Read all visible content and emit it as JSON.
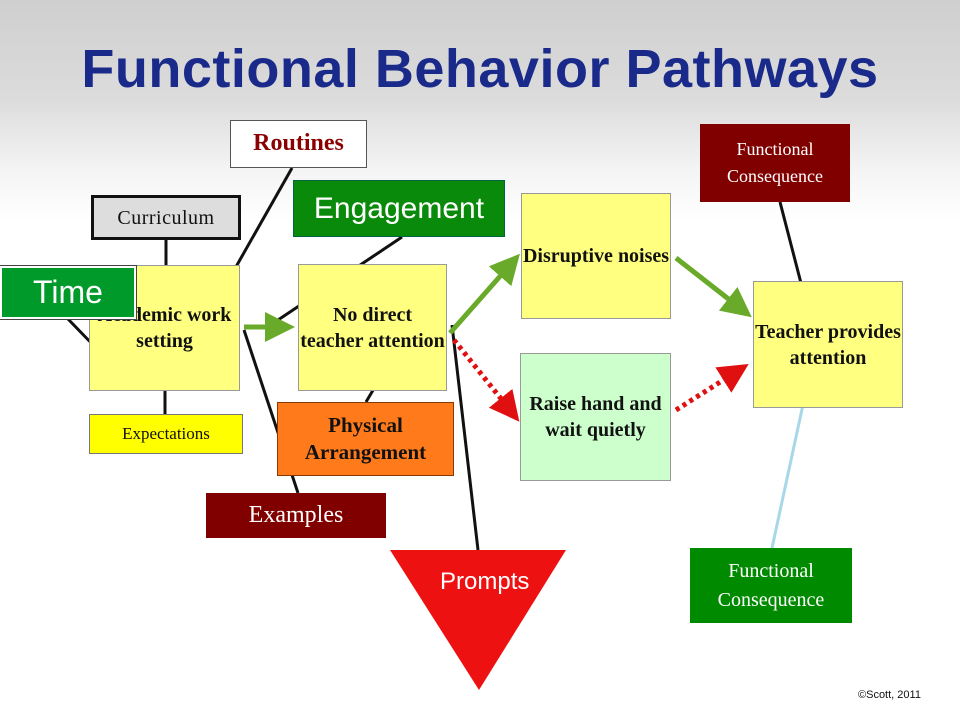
{
  "title": "Functional Behavior Pathways",
  "nodes": {
    "academic": "Academic work setting",
    "no_direct": "No direct teacher attention",
    "disruptive": "Disruptive noises",
    "raise_hand": "Raise hand and wait quietly",
    "teacher": "Teacher provides attention"
  },
  "labels": {
    "routines": "Routines",
    "curriculum": "Curriculum",
    "engagement": "Engagement",
    "time": "Time",
    "expectations": "Expectations",
    "physical": "Physical Arrangement",
    "examples": "Examples",
    "prompts": "Prompts",
    "functional_consequence_top": "Functional Consequence",
    "functional_consequence_bottom": "Functional Consequence"
  },
  "credit": "©Scott, 2011",
  "colors": {
    "title": "#1a2a8a",
    "solid_arrow": "#6aaa2a",
    "dotted_arrow": "#e01010",
    "prompts_triangle": "#ee1111",
    "connector": "#111111",
    "connector_light": "#a8d8e8"
  }
}
